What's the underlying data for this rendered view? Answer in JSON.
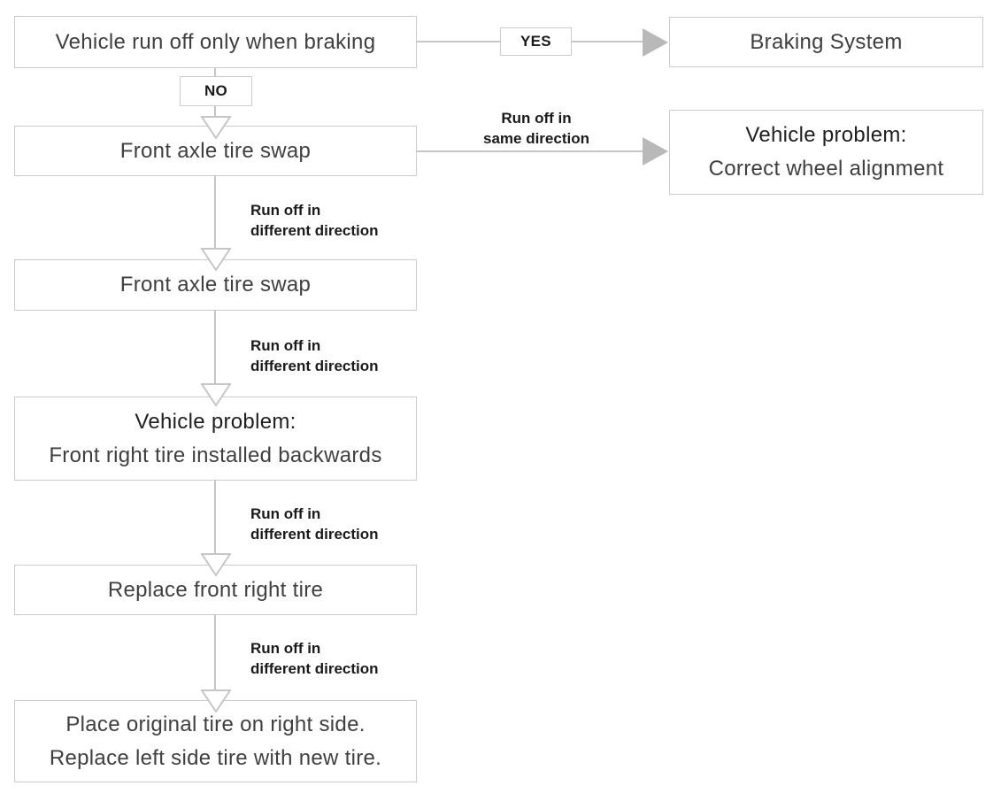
{
  "colors": {
    "canvas-bg": "#ffffff",
    "box-border": "#cbcbcb",
    "line": "#c6c6c6",
    "arrow-fill": "#b9b9b9",
    "box-text": "#3f3f3f",
    "title-text": "#1f1f1f",
    "label-text": "#1a1a1a"
  },
  "nodes": {
    "start": {
      "label": "Vehicle run off only when braking"
    },
    "braking_system": {
      "label": "Braking System"
    },
    "front_axle_swap_1": {
      "label": "Front axle tire swap"
    },
    "alignment": {
      "title": "Vehicle problem:",
      "detail": "Correct wheel alignment"
    },
    "front_axle_swap_2": {
      "label": "Front axle tire swap"
    },
    "backwards": {
      "title": "Vehicle problem:",
      "detail": "Front right tire installed backwards"
    },
    "replace_front_right": {
      "label": "Replace front right tire"
    },
    "final_action": {
      "line1": "Place original tire on right side.",
      "line2": "Replace left side tire with new tire."
    }
  },
  "edge_labels": {
    "yes": "YES",
    "no": "NO",
    "same_direction": {
      "line1": "Run off in",
      "line2": "same direction"
    },
    "different_direction": {
      "line1": "Run off in",
      "line2": "different direction"
    }
  }
}
